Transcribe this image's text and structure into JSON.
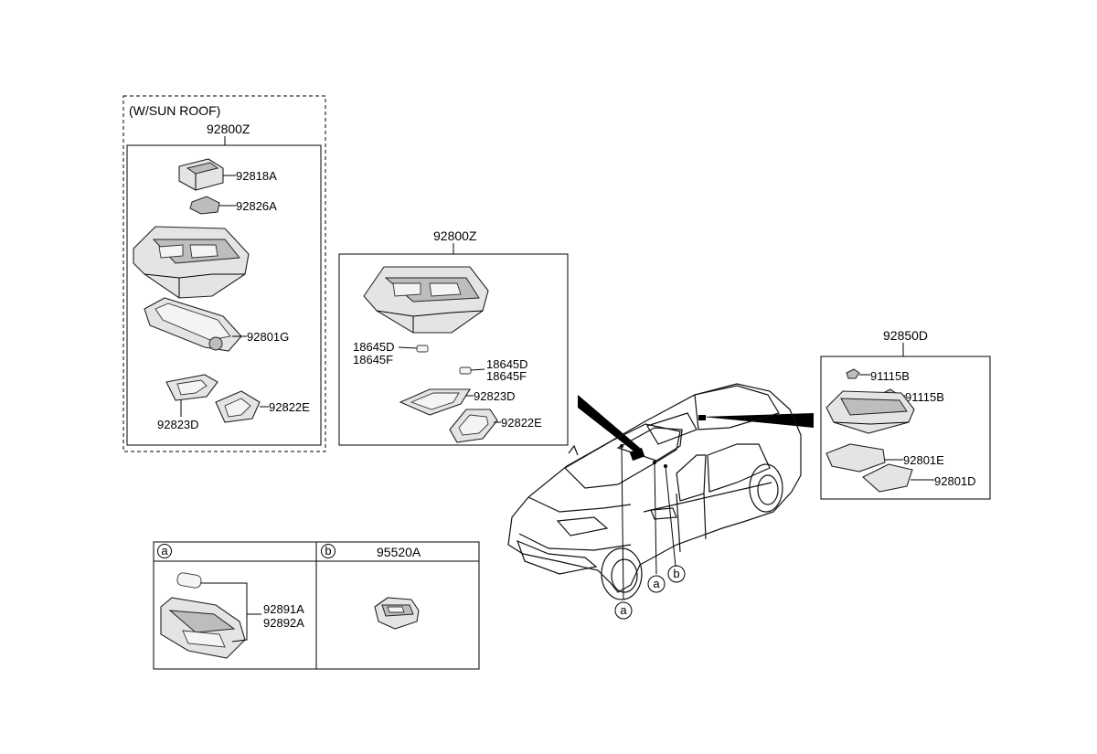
{
  "sunroof_group": {
    "condition": "(W/SUN ROOF)",
    "assembly": "92800Z",
    "parts": {
      "p1": "92818A",
      "p2": "92826A",
      "p3": "92801G",
      "p4": "92823D",
      "p5": "92822E"
    }
  },
  "center_group": {
    "assembly": "92800Z",
    "parts": {
      "p1": "18645D",
      "p2": "18645F",
      "p3": "18645D",
      "p4": "18645F",
      "p5": "92823D",
      "p6": "92822E"
    }
  },
  "rear_group": {
    "assembly": "92850D",
    "parts": {
      "p1": "91115B",
      "p2": "91115B",
      "p3": "92801E",
      "p4": "92801D"
    }
  },
  "detail_a": {
    "marker": "a",
    "parts": {
      "p1": "92891A",
      "p2": "92892A"
    }
  },
  "detail_b": {
    "marker": "b",
    "header": "95520A"
  },
  "car_callouts": {
    "a1": "a",
    "a2": "a",
    "b1": "b"
  }
}
